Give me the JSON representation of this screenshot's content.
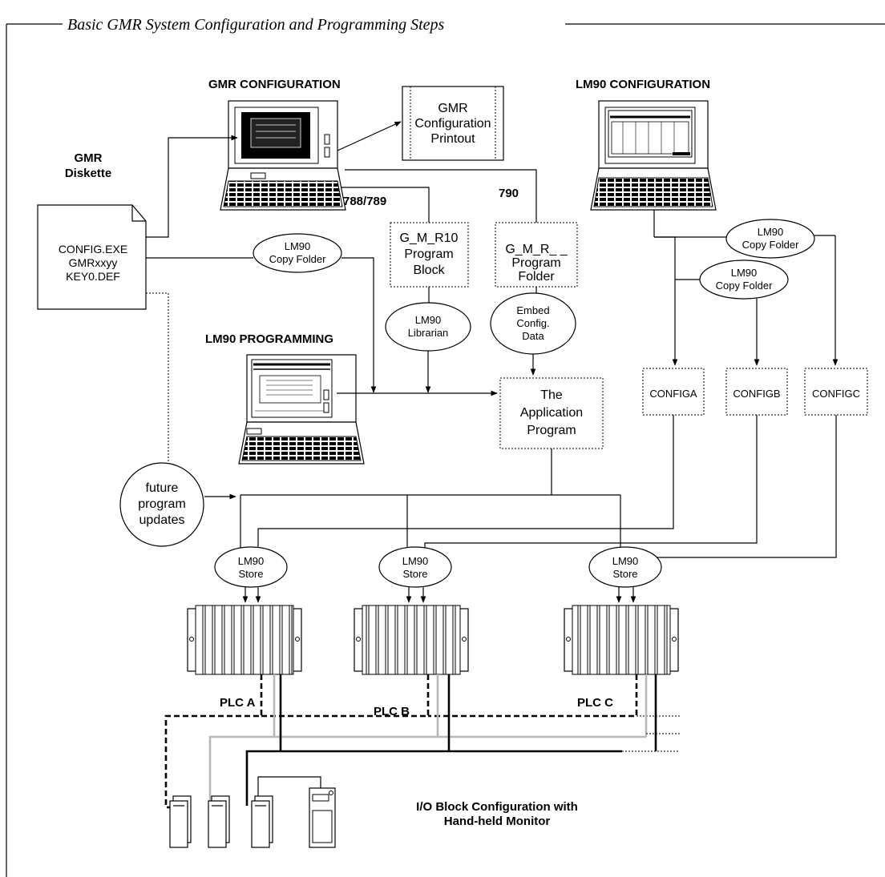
{
  "title": "Basic GMR System Configuration and Programming Steps",
  "headings": {
    "gmr_configuration": "GMR CONFIGURATION",
    "lm90_configuration": "LM90 CONFIGURATION",
    "lm90_programming": "LM90 PROGRAMMING",
    "gmr_diskette_1": "GMR",
    "gmr_diskette_2": "Diskette",
    "series_788": "788/789",
    "series_790": "790"
  },
  "diskette": {
    "line1": "CONFIG.EXE",
    "line2": "GMRxxyy",
    "line3": "KEY0.DEF"
  },
  "printout": {
    "line1": "GMR",
    "line2": "Configuration",
    "line3": "Printout"
  },
  "program_block": {
    "line1": "G_M_R10",
    "line2": "Program",
    "line3": "Block"
  },
  "program_folder": {
    "line1": "G_M_R_ _",
    "line2": "Program",
    "line3": "Folder"
  },
  "app_program": {
    "line1": "The",
    "line2": "Application",
    "line3": "Program"
  },
  "copy_folder": {
    "line1": "LM90",
    "line2": "Copy Folder"
  },
  "librarian": {
    "line1": "LM90",
    "line2": "Librarian"
  },
  "embed": {
    "line1": "Embed",
    "line2": "Config.",
    "line3": "Data"
  },
  "future": {
    "line1": "future",
    "line2": "program",
    "line3": "updates"
  },
  "store": {
    "line1": "LM90",
    "line2": "Store"
  },
  "configs": [
    "CONFIGA",
    "CONFIGB",
    "CONFIGC"
  ],
  "plcs": [
    "PLC A",
    "PLC B",
    "PLC C"
  ],
  "io_block": {
    "line1": "I/O Block Configuration with",
    "line2": "Hand-held Monitor"
  }
}
